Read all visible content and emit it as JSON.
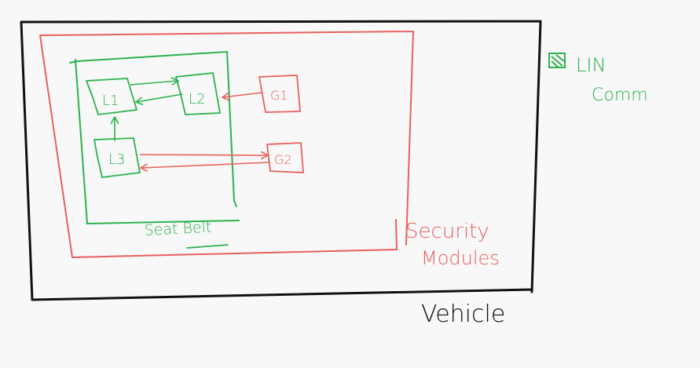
{
  "colors": {
    "background": "#f8f8f8",
    "vehicle": "#111111",
    "security": "#e8605c",
    "seatbelt": "#2bb24c"
  },
  "labels": {
    "vehicle": "Vehicle",
    "security_line1": "Security",
    "security_line2": "Modules",
    "seat_belt": "Seat Belt",
    "lin_line1": "LIN",
    "lin_line2": "Comm"
  },
  "nodes": {
    "l1": "L1",
    "l2": "L2",
    "l3": "L3",
    "g1": "G1",
    "g2": "G2"
  },
  "icons": {
    "legend_swatch": "green-square-icon"
  }
}
